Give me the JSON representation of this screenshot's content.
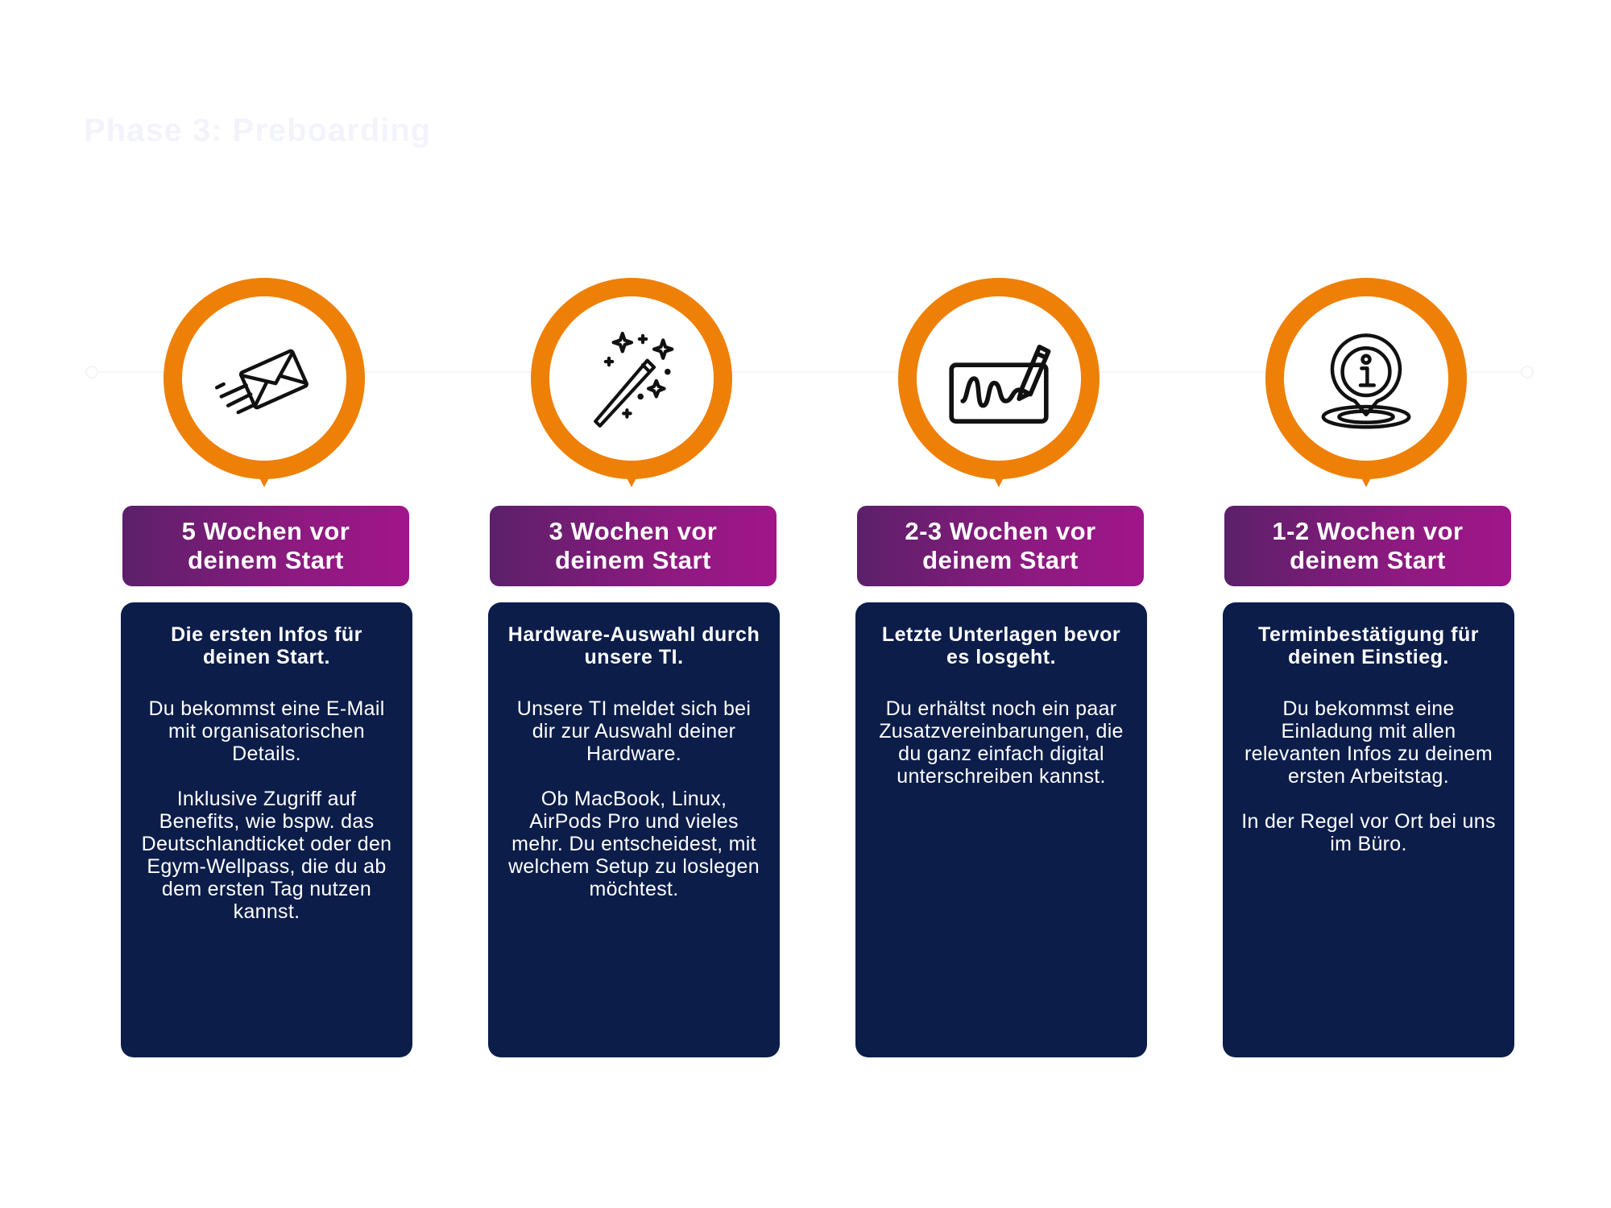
{
  "page_title": "Phase 3: Preboarding",
  "steps": [
    {
      "icon": "envelope-speed-icon",
      "header": "5 Wochen vor deinem Start",
      "title": "Die ersten Infos für deinen Start.",
      "paragraphs": [
        "Du bekommst eine E-Mail mit organisatorischen Details.",
        "Inklusive Zugriff auf Benefits, wie bspw. das Deutschlandticket oder den Egym-Wellpass, die du ab dem ersten Tag nutzen kannst."
      ]
    },
    {
      "icon": "magic-wand-icon",
      "header": "3 Wochen vor deinem Start",
      "title": "Hardware-Auswahl durch unsere TI.",
      "paragraphs": [
        "Unsere TI meldet sich bei dir zur Auswahl deiner Hardware.",
        "Ob MacBook, Linux, AirPods Pro und vieles mehr. Du entscheidest, mit welchem Setup zu loslegen möchtest."
      ]
    },
    {
      "icon": "digital-signature-icon",
      "header": "2-3 Wochen vor deinem Start",
      "title": "Letzte Unterlagen bevor es losgeht.",
      "paragraphs": [
        "Du erhältst noch ein paar Zusatzvereinbarungen, die du ganz einfach digital unterschreiben kannst."
      ]
    },
    {
      "icon": "info-location-icon",
      "header": "1-2 Wochen vor deinem Start",
      "title": "Terminbestätigung für deinen Einstieg.",
      "paragraphs": [
        "Du bekommst eine Einladung mit allen relevanten Infos zu deinem ersten Arbeitstag.",
        "In der Regel vor Ort bei uns im Büro."
      ]
    }
  ],
  "colors": {
    "accent_orange": "#ee8007",
    "header_gradient_start": "#5b2069",
    "header_gradient_end": "#a1158a",
    "card_navy": "#0c1d4a"
  }
}
